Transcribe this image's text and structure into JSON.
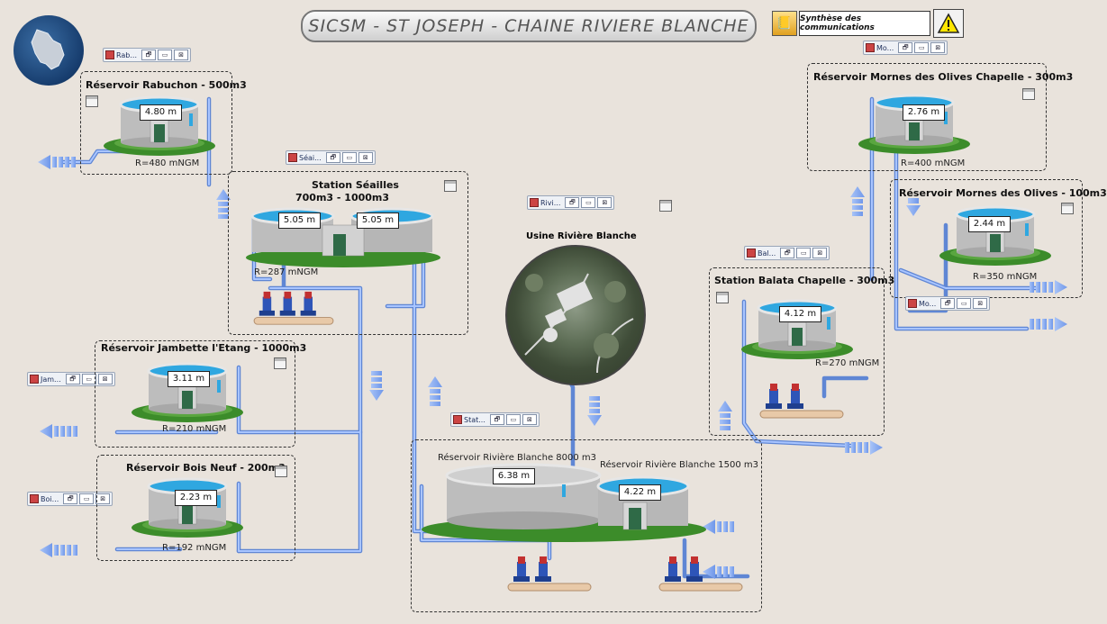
{
  "header": {
    "title": "SICSM - ST JOSEPH - CHAINE RIVIERE BLANCHE",
    "comm_button": "Synthèse des communications",
    "book_icon": "book-icon",
    "warning_icon": "warning-icon"
  },
  "colors": {
    "pipe": "#7fa6ee",
    "water": "#2fa7e0",
    "grass": "#3c8c2a",
    "background": "#e9e3dc"
  },
  "stations": {
    "rabuchon": {
      "title": "Réservoir Rabuchon - 500m3",
      "level": "4.80 m",
      "elevation": "R=480 mNGM",
      "mini_label": "Rab..."
    },
    "seailles": {
      "title_line1": "Station Séailles",
      "title_line2": "700m3 - 1000m3",
      "level1": "5.05 m",
      "level2": "5.05 m",
      "elevation": "R=287 mNGM",
      "mini_label": "Séai..."
    },
    "jambette": {
      "title": "Réservoir Jambette l'Etang - 1000m3",
      "level": "3.11 m",
      "elevation": "R=210 mNGM",
      "mini_label": "Jam..."
    },
    "boisneuf": {
      "title": "Réservoir Bois Neuf - 200m3",
      "level": "2.23 m",
      "elevation": "R=192 mNGM",
      "mini_label": "Boi..."
    },
    "usine": {
      "title": "Usine Rivière Blanche",
      "mini_label": "Rivi..."
    },
    "riviereblanche": {
      "label_8000": "Réservoir Rivière Blanche 8000 m3",
      "label_1500": "Réservoir Rivière Blanche 1500 m3",
      "level_8000": "6.38 m",
      "level_1500": "4.22 m",
      "mini_label": "Stat..."
    },
    "balata": {
      "title": "Station Balata Chapelle - 300m3",
      "level": "4.12 m",
      "elevation": "R=270 mNGM",
      "mini_label": "Bal..."
    },
    "mornes_chapelle": {
      "title": "Réservoir Mornes des Olives Chapelle - 300m3",
      "level": "2.76 m",
      "elevation": "R=400 mNGM",
      "mini_label": "Mo..."
    },
    "mornes_olives": {
      "title": "Réservoir Mornes des Olives - 100m3",
      "level": "2.44 m",
      "elevation": "R=350 mNGM",
      "mini_label": "Mo..."
    }
  },
  "mini_window_buttons": {
    "restore": "🗗",
    "maximize": "▭",
    "close": "⊠"
  }
}
